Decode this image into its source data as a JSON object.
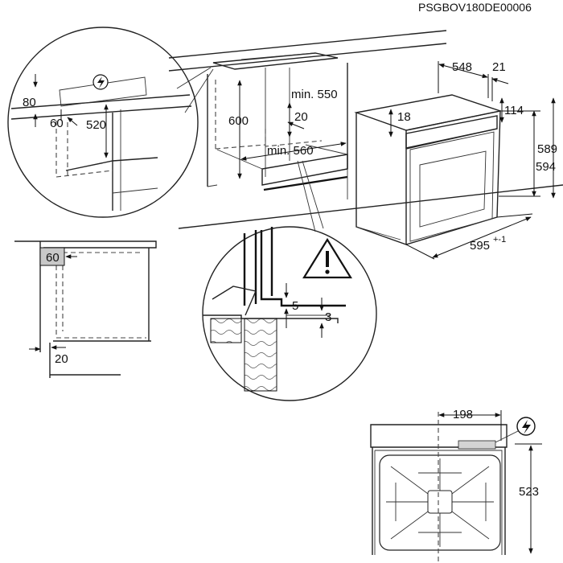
{
  "document": {
    "code": "PSGBOV180DE00006"
  },
  "dimensions": {
    "top_left_80": "80",
    "top_left_60": "60",
    "top_left_520": "520",
    "cabinet_600": "600",
    "min_550": "min. 550",
    "gap_20": "20",
    "min_560": "min. 560",
    "oven_548": "548",
    "oven_21": "21",
    "oven_114": "114",
    "oven_18": "18",
    "oven_589": "589",
    "oven_594": "594",
    "oven_595": "595",
    "oven_595_tolerance": "+-1",
    "side_60": "60",
    "side_20": "20",
    "detail_5": "5",
    "detail_3": "3",
    "back_198": "198",
    "back_523": "523"
  },
  "symbols": {
    "electric_connection": "lightning-icon",
    "warning": "warning-triangle-icon"
  }
}
